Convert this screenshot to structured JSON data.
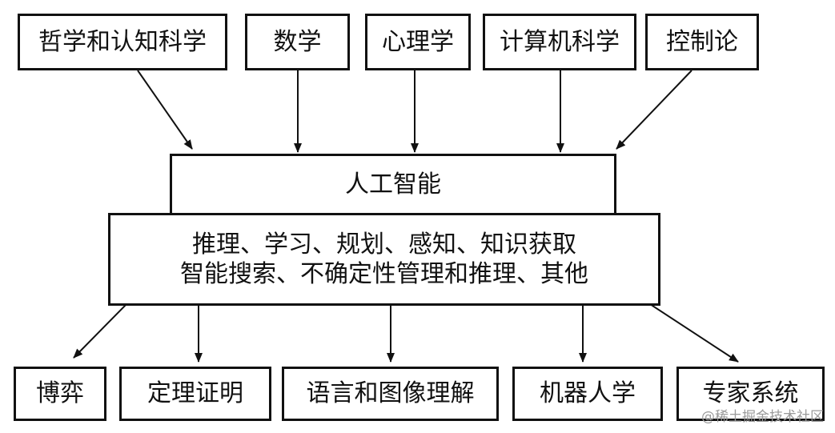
{
  "sources": [
    "哲学和认知科学",
    "数学",
    "心理学",
    "计算机科学",
    "控制论"
  ],
  "ai": {
    "title": "人工智能"
  },
  "core": {
    "line1": "推理、学习、规划、感知、知识获取",
    "line2": "智能搜索、不确定性管理和推理、其他"
  },
  "applications": [
    "博弈",
    "定理证明",
    "语言和图像理解",
    "机器人学",
    "专家系统"
  ],
  "watermark": "@稀土掘金技术社区"
}
